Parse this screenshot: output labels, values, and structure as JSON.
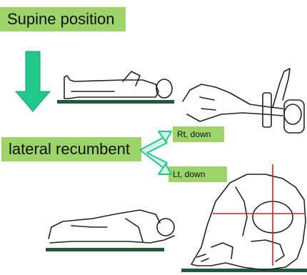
{
  "labels": {
    "supine": "Supine position",
    "lateral": "lateral recumbent",
    "rt_down": "Rt, down",
    "lt_down": "Lt, down"
  },
  "colors": {
    "label_bg": "#9cd46a",
    "arrow": "#22c78a",
    "ground": "#1f5a3a",
    "crosshair": "#cc2222"
  }
}
